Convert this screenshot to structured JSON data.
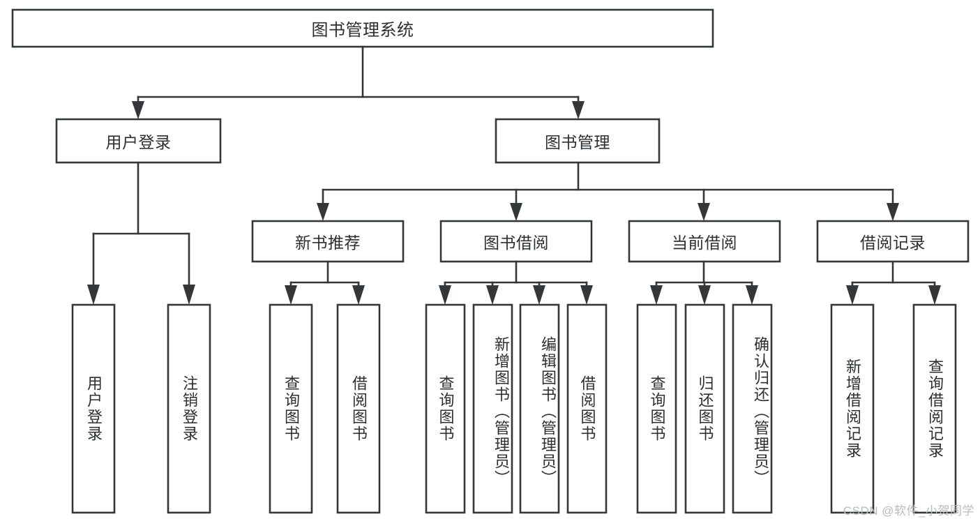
{
  "diagram": {
    "type": "tree-hierarchy",
    "title": "图书管理系统",
    "watermark": "CSDN @软件_小贺同学",
    "colors": {
      "stroke": "#33373a",
      "node_fill": "#ffffff",
      "background": "#ffffff",
      "text": "#2b2f31",
      "watermark": "#b9bcbe"
    },
    "levels": {
      "root": {
        "label": "图书管理系统",
        "orientation": "horizontal"
      },
      "level2": [
        {
          "label": "用户登录",
          "orientation": "horizontal"
        },
        {
          "label": "图书管理",
          "orientation": "horizontal"
        }
      ],
      "level3": [
        {
          "label": "新书推荐",
          "orientation": "horizontal"
        },
        {
          "label": "图书借阅",
          "orientation": "horizontal"
        },
        {
          "label": "当前借阅",
          "orientation": "horizontal"
        },
        {
          "label": "借阅记录",
          "orientation": "horizontal"
        }
      ],
      "leaves": [
        {
          "label": "用户登录",
          "parent": "用户登录",
          "orientation": "vertical"
        },
        {
          "label": "注销登录",
          "parent": "用户登录",
          "orientation": "vertical"
        },
        {
          "label": "查询图书",
          "parent": "新书推荐",
          "orientation": "vertical"
        },
        {
          "label": "借阅图书",
          "parent": "新书推荐",
          "orientation": "vertical"
        },
        {
          "label": "查询图书",
          "parent": "图书借阅",
          "orientation": "vertical"
        },
        {
          "label": "新增图书（管理员）",
          "parent": "图书借阅",
          "orientation": "vertical"
        },
        {
          "label": "编辑图书（管理员）",
          "parent": "图书借阅",
          "orientation": "vertical"
        },
        {
          "label": "借阅图书",
          "parent": "图书借阅",
          "orientation": "vertical"
        },
        {
          "label": "查询图书",
          "parent": "当前借阅",
          "orientation": "vertical"
        },
        {
          "label": "归还图书",
          "parent": "当前借阅",
          "orientation": "vertical"
        },
        {
          "label": "确认归还（管理员）",
          "parent": "当前借阅",
          "orientation": "vertical"
        },
        {
          "label": "新增借阅记录",
          "parent": "借阅记录",
          "orientation": "vertical"
        },
        {
          "label": "查询借阅记录",
          "parent": "借阅记录",
          "orientation": "vertical"
        }
      ]
    }
  }
}
